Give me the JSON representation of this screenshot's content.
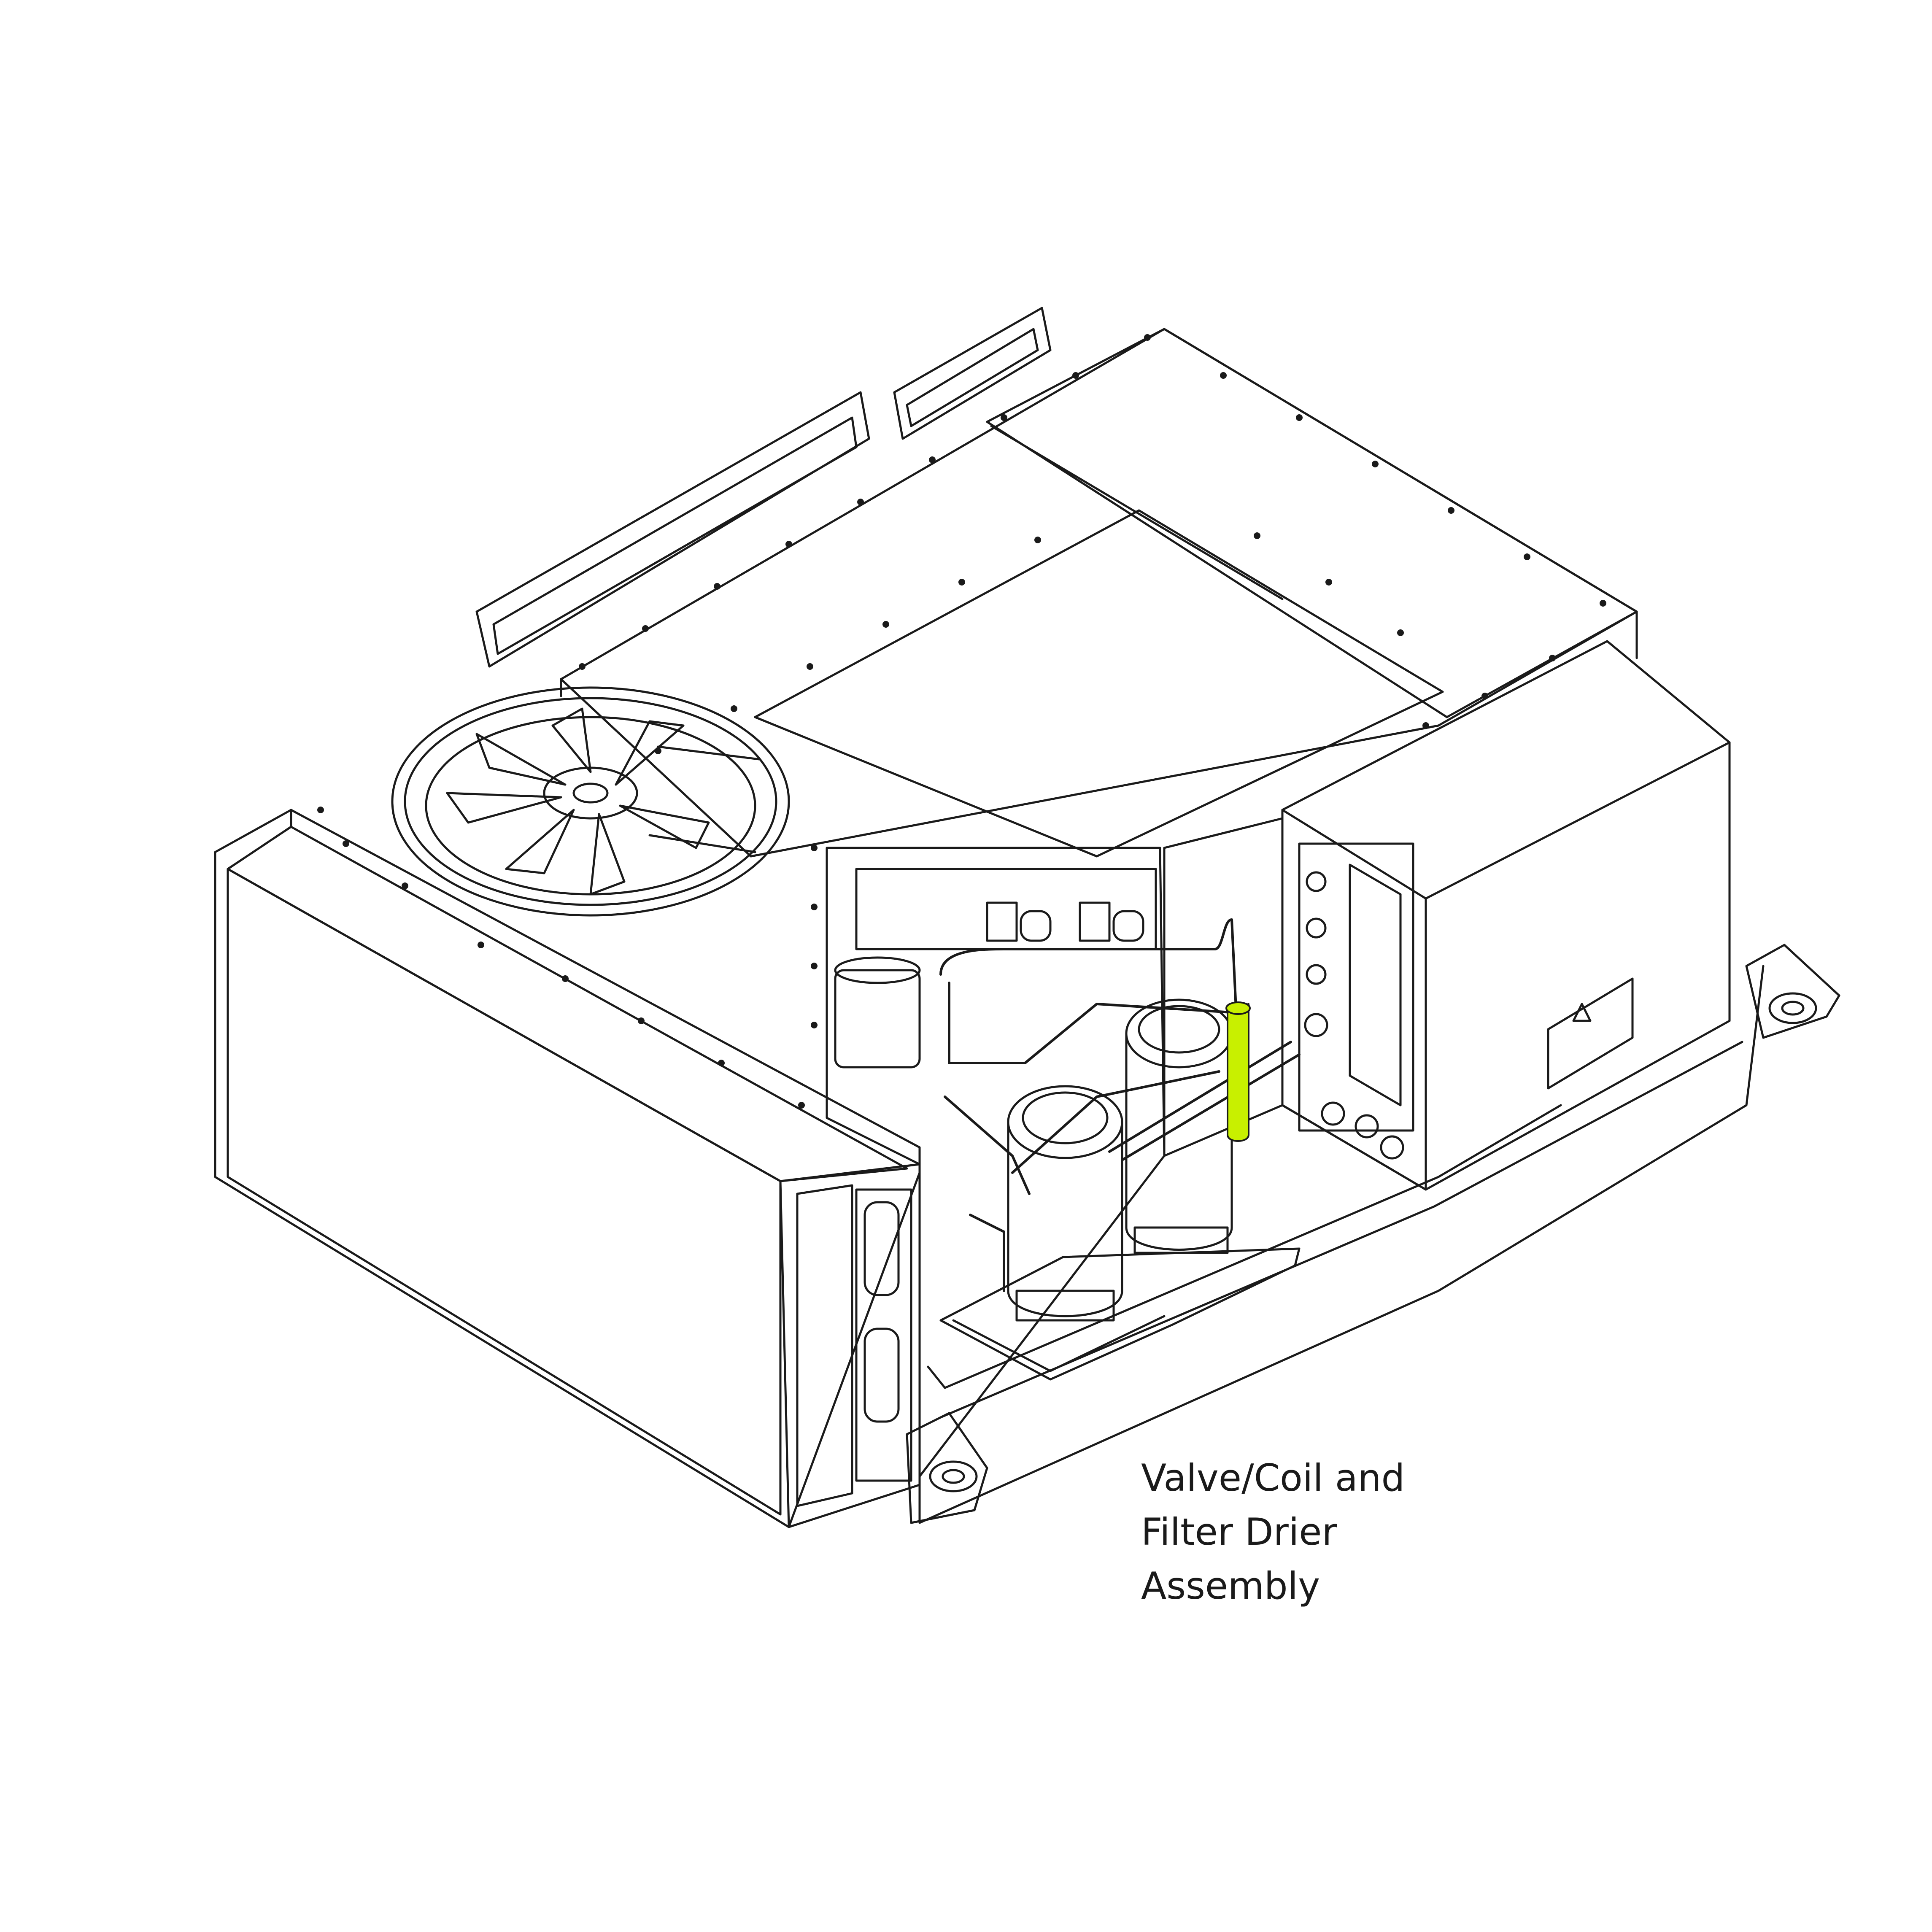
{
  "caption": {
    "lines": [
      "Valve/Coil and",
      "Filter Drier",
      "Assembly"
    ]
  },
  "colors": {
    "line": "#1a1a1a",
    "highlight": "#c8f000",
    "background": "#ffffff"
  },
  "highlighted_component": "filter-drier"
}
